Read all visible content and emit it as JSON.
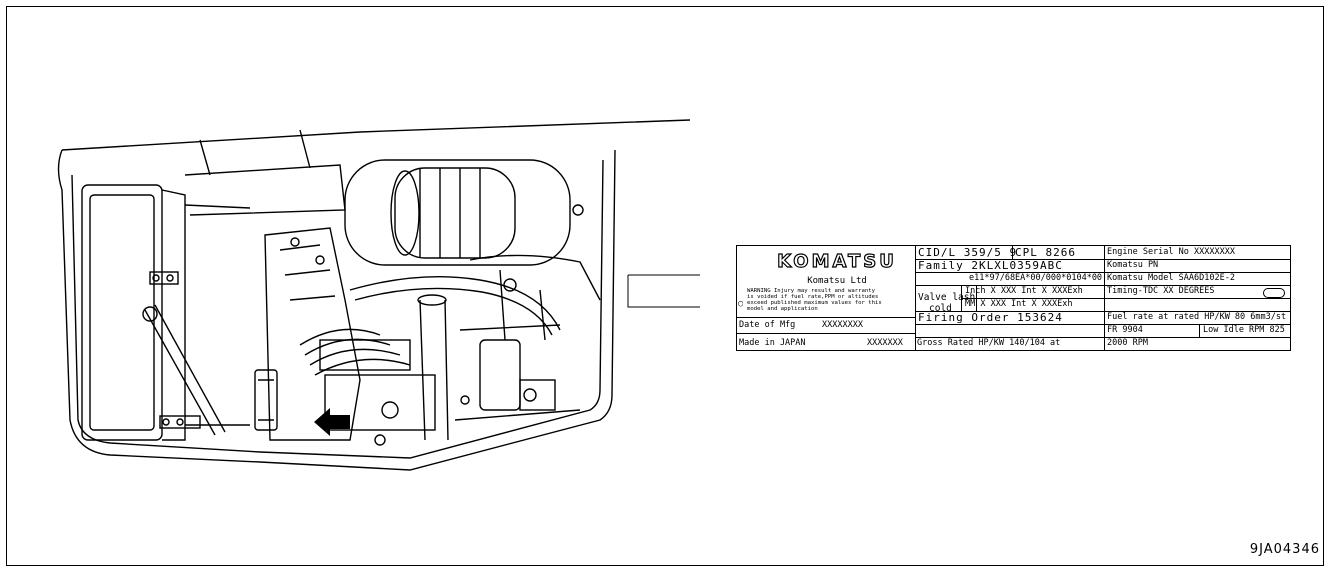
{
  "figure_code": "9JA04346",
  "plate": {
    "logo": "KOMATSU",
    "company": "Komatsu Ltd",
    "warning": [
      "WARNING Injury may result and warranty",
      "is voided if fuel rate,PPM or altitudes",
      "exceed published maximum values for this",
      "model and application"
    ],
    "date_label": "Date of Mfg",
    "date_value": "XXXXXXXX",
    "made_in": "Made in JAPAN",
    "made_value": "XXXXXXX",
    "cid": "CID/L 359/5 9",
    "cpl": "CPL  8266",
    "family": "Family 2KLXL0359ABC",
    "cert": "e11*97/68EA*00/000*0104*00",
    "valve_lash": "Valve lash",
    "cold": "cold",
    "inch_row": "Inch X XXX Int X XXXExh",
    "mm_row": "MM  X XXX Int X XXXExh",
    "firing": "Firing Order  153624",
    "gross": "Gross Rated HP/KW   140/104    at",
    "rpm": "2000   RPM",
    "engine_serial": "Engine Serial No   XXXXXXXX",
    "komatsu_pn": "Komatsu PN",
    "komatsu_model": "Komatsu Model   SAA6D102E-2",
    "timing": "Timing-TDC      XX DEGREES",
    "fuel_rate": "Fuel rate at rated HP/KW 80 6mm3/st",
    "fr": "FR  9904",
    "low_idle": "Low Idle RPM  825"
  }
}
